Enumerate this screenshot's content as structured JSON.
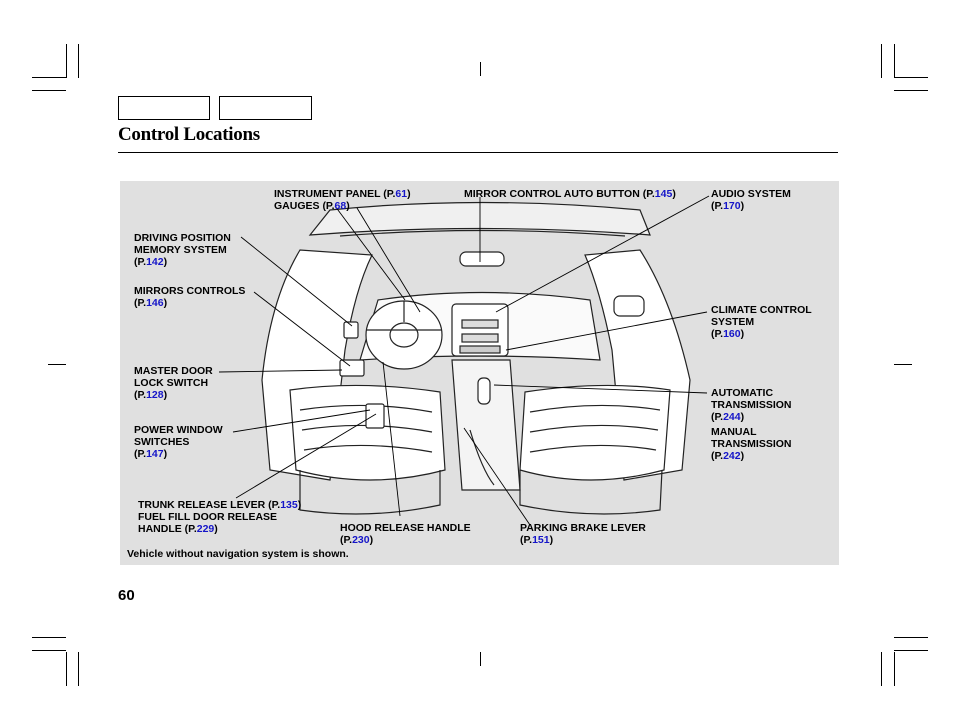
{
  "page": {
    "title": "Control Locations",
    "page_number": "60",
    "note": "Vehicle without navigation system is shown."
  },
  "labels": {
    "instrument_panel": {
      "name": "INSTRUMENT PANEL",
      "page": "61"
    },
    "gauges": {
      "name": "GAUGES",
      "page": "68"
    },
    "mirror_control": {
      "name": "MIRROR CONTROL AUTO BUTTON",
      "page": "145"
    },
    "audio": {
      "name": "AUDIO SYSTEM",
      "page": "170"
    },
    "driving_position": {
      "line1": "DRIVING POSITION",
      "line2": "MEMORY SYSTEM",
      "page": "142"
    },
    "mirrors": {
      "name": "MIRRORS CONTROLS",
      "page": "146"
    },
    "climate": {
      "line1": "CLIMATE CONTROL",
      "line2": "SYSTEM",
      "page": "160"
    },
    "master_door": {
      "line1": "MASTER DOOR",
      "line2": "LOCK SWITCH",
      "page": "128"
    },
    "automatic": {
      "line1": "AUTOMATIC",
      "line2": "TRANSMISSION",
      "page": "244"
    },
    "power_window": {
      "line1": "POWER WINDOW",
      "line2": "SWITCHES",
      "page": "147"
    },
    "manual": {
      "line1": "MANUAL",
      "line2": "TRANSMISSION",
      "page": "242"
    },
    "trunk": {
      "name": "TRUNK RELEASE LEVER",
      "page": "135"
    },
    "fuel": {
      "line1": "FUEL FILL DOOR RELEASE",
      "line2": "HANDLE",
      "page": "229"
    },
    "hood": {
      "name": "HOOD RELEASE HANDLE",
      "page": "230"
    },
    "parking": {
      "name": "PARKING BRAKE LEVER",
      "page": "151"
    }
  },
  "tokens": {
    "p_open": "(P.",
    "p_close": ")"
  }
}
